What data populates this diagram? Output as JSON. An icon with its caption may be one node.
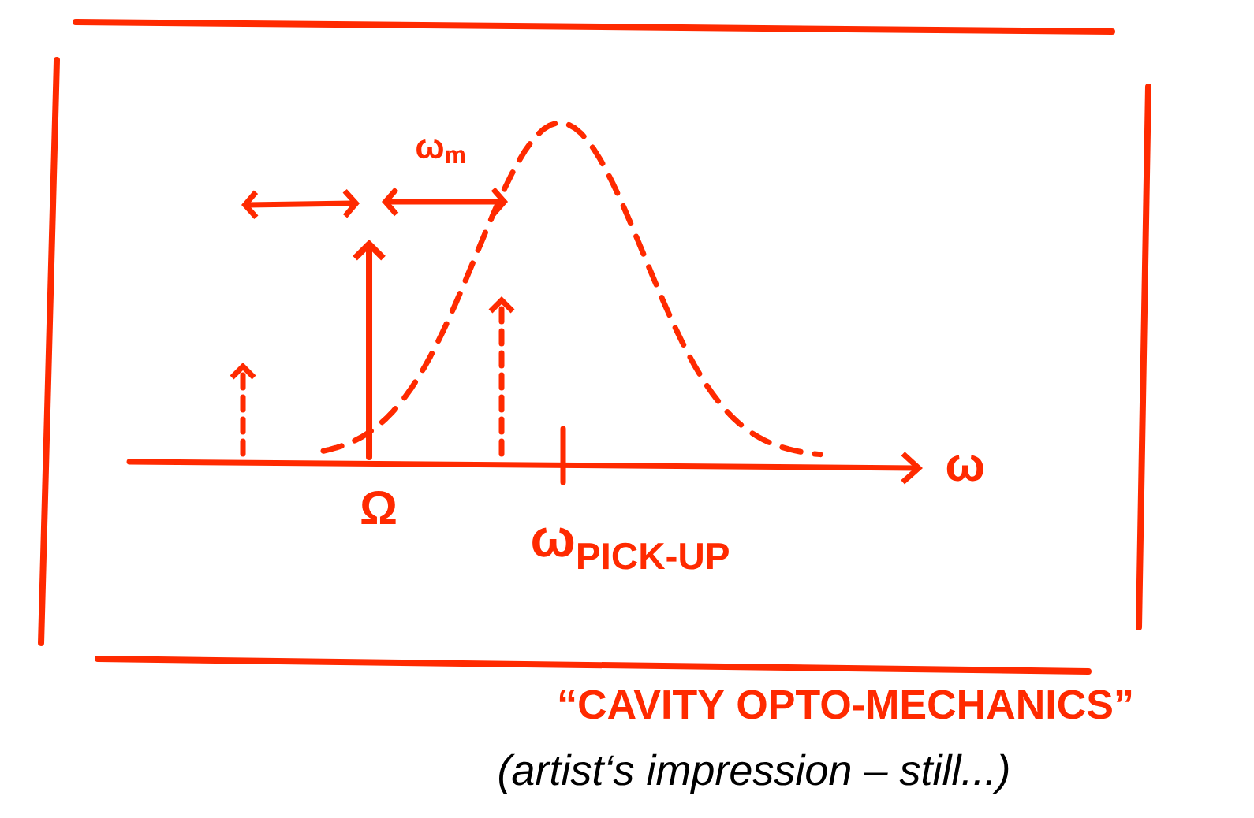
{
  "diagram": {
    "labels": [
      "ω$_{m}$",
      "Ω",
      "ω",
      "ω$_{PICK-UP}$",
      "“CAVITY OPTO-MECHANICS”",
      "(artist‘s impression – still...)"
    ]
  }
}
